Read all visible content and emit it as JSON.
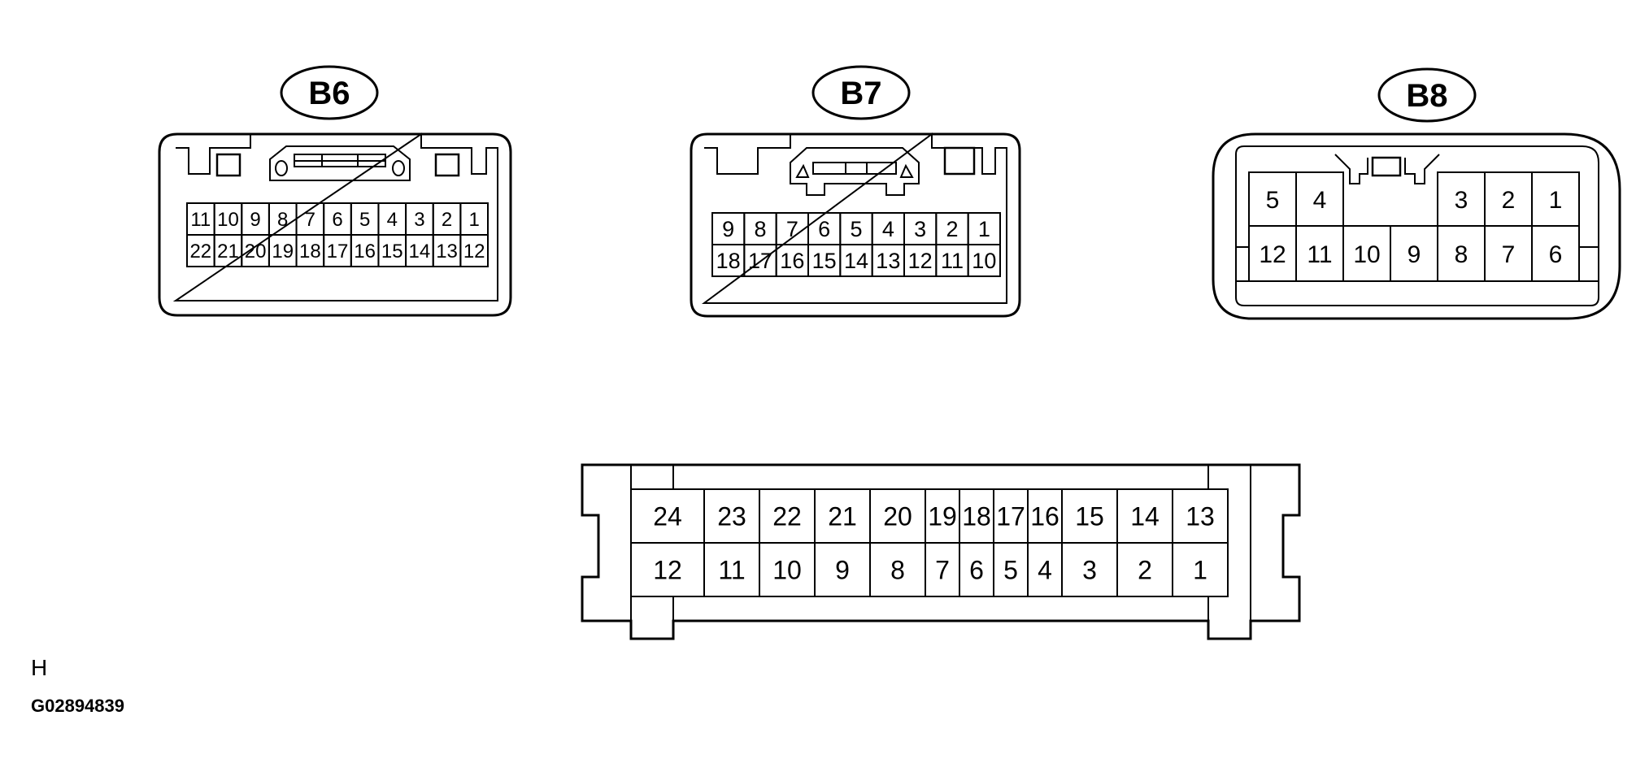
{
  "connectors": {
    "b6": {
      "label": "B6",
      "top_row": [
        "11",
        "10",
        "9",
        "8",
        "7",
        "6",
        "5",
        "4",
        "3",
        "2",
        "1"
      ],
      "bottom_row": [
        "22",
        "21",
        "20",
        "19",
        "18",
        "17",
        "16",
        "15",
        "14",
        "13",
        "12"
      ]
    },
    "b7": {
      "label": "B7",
      "top_row": [
        "9",
        "8",
        "7",
        "6",
        "5",
        "4",
        "3",
        "2",
        "1"
      ],
      "bottom_row": [
        "18",
        "17",
        "16",
        "15",
        "14",
        "13",
        "12",
        "11",
        "10"
      ]
    },
    "b8": {
      "label": "B8",
      "top_left": [
        "5",
        "4"
      ],
      "top_right": [
        "3",
        "2",
        "1"
      ],
      "bottom_row": [
        "12",
        "11",
        "10",
        "9",
        "8",
        "7",
        "6"
      ]
    },
    "main": {
      "top_row": [
        "24",
        "23",
        "22",
        "21",
        "20",
        "19",
        "18",
        "17",
        "16",
        "15",
        "14",
        "13"
      ],
      "bottom_row": [
        "12",
        "11",
        "10",
        "9",
        "8",
        "7",
        "6",
        "5",
        "4",
        "3",
        "2",
        "1"
      ]
    }
  },
  "footer": {
    "letter": "H",
    "code": "G02894839"
  }
}
